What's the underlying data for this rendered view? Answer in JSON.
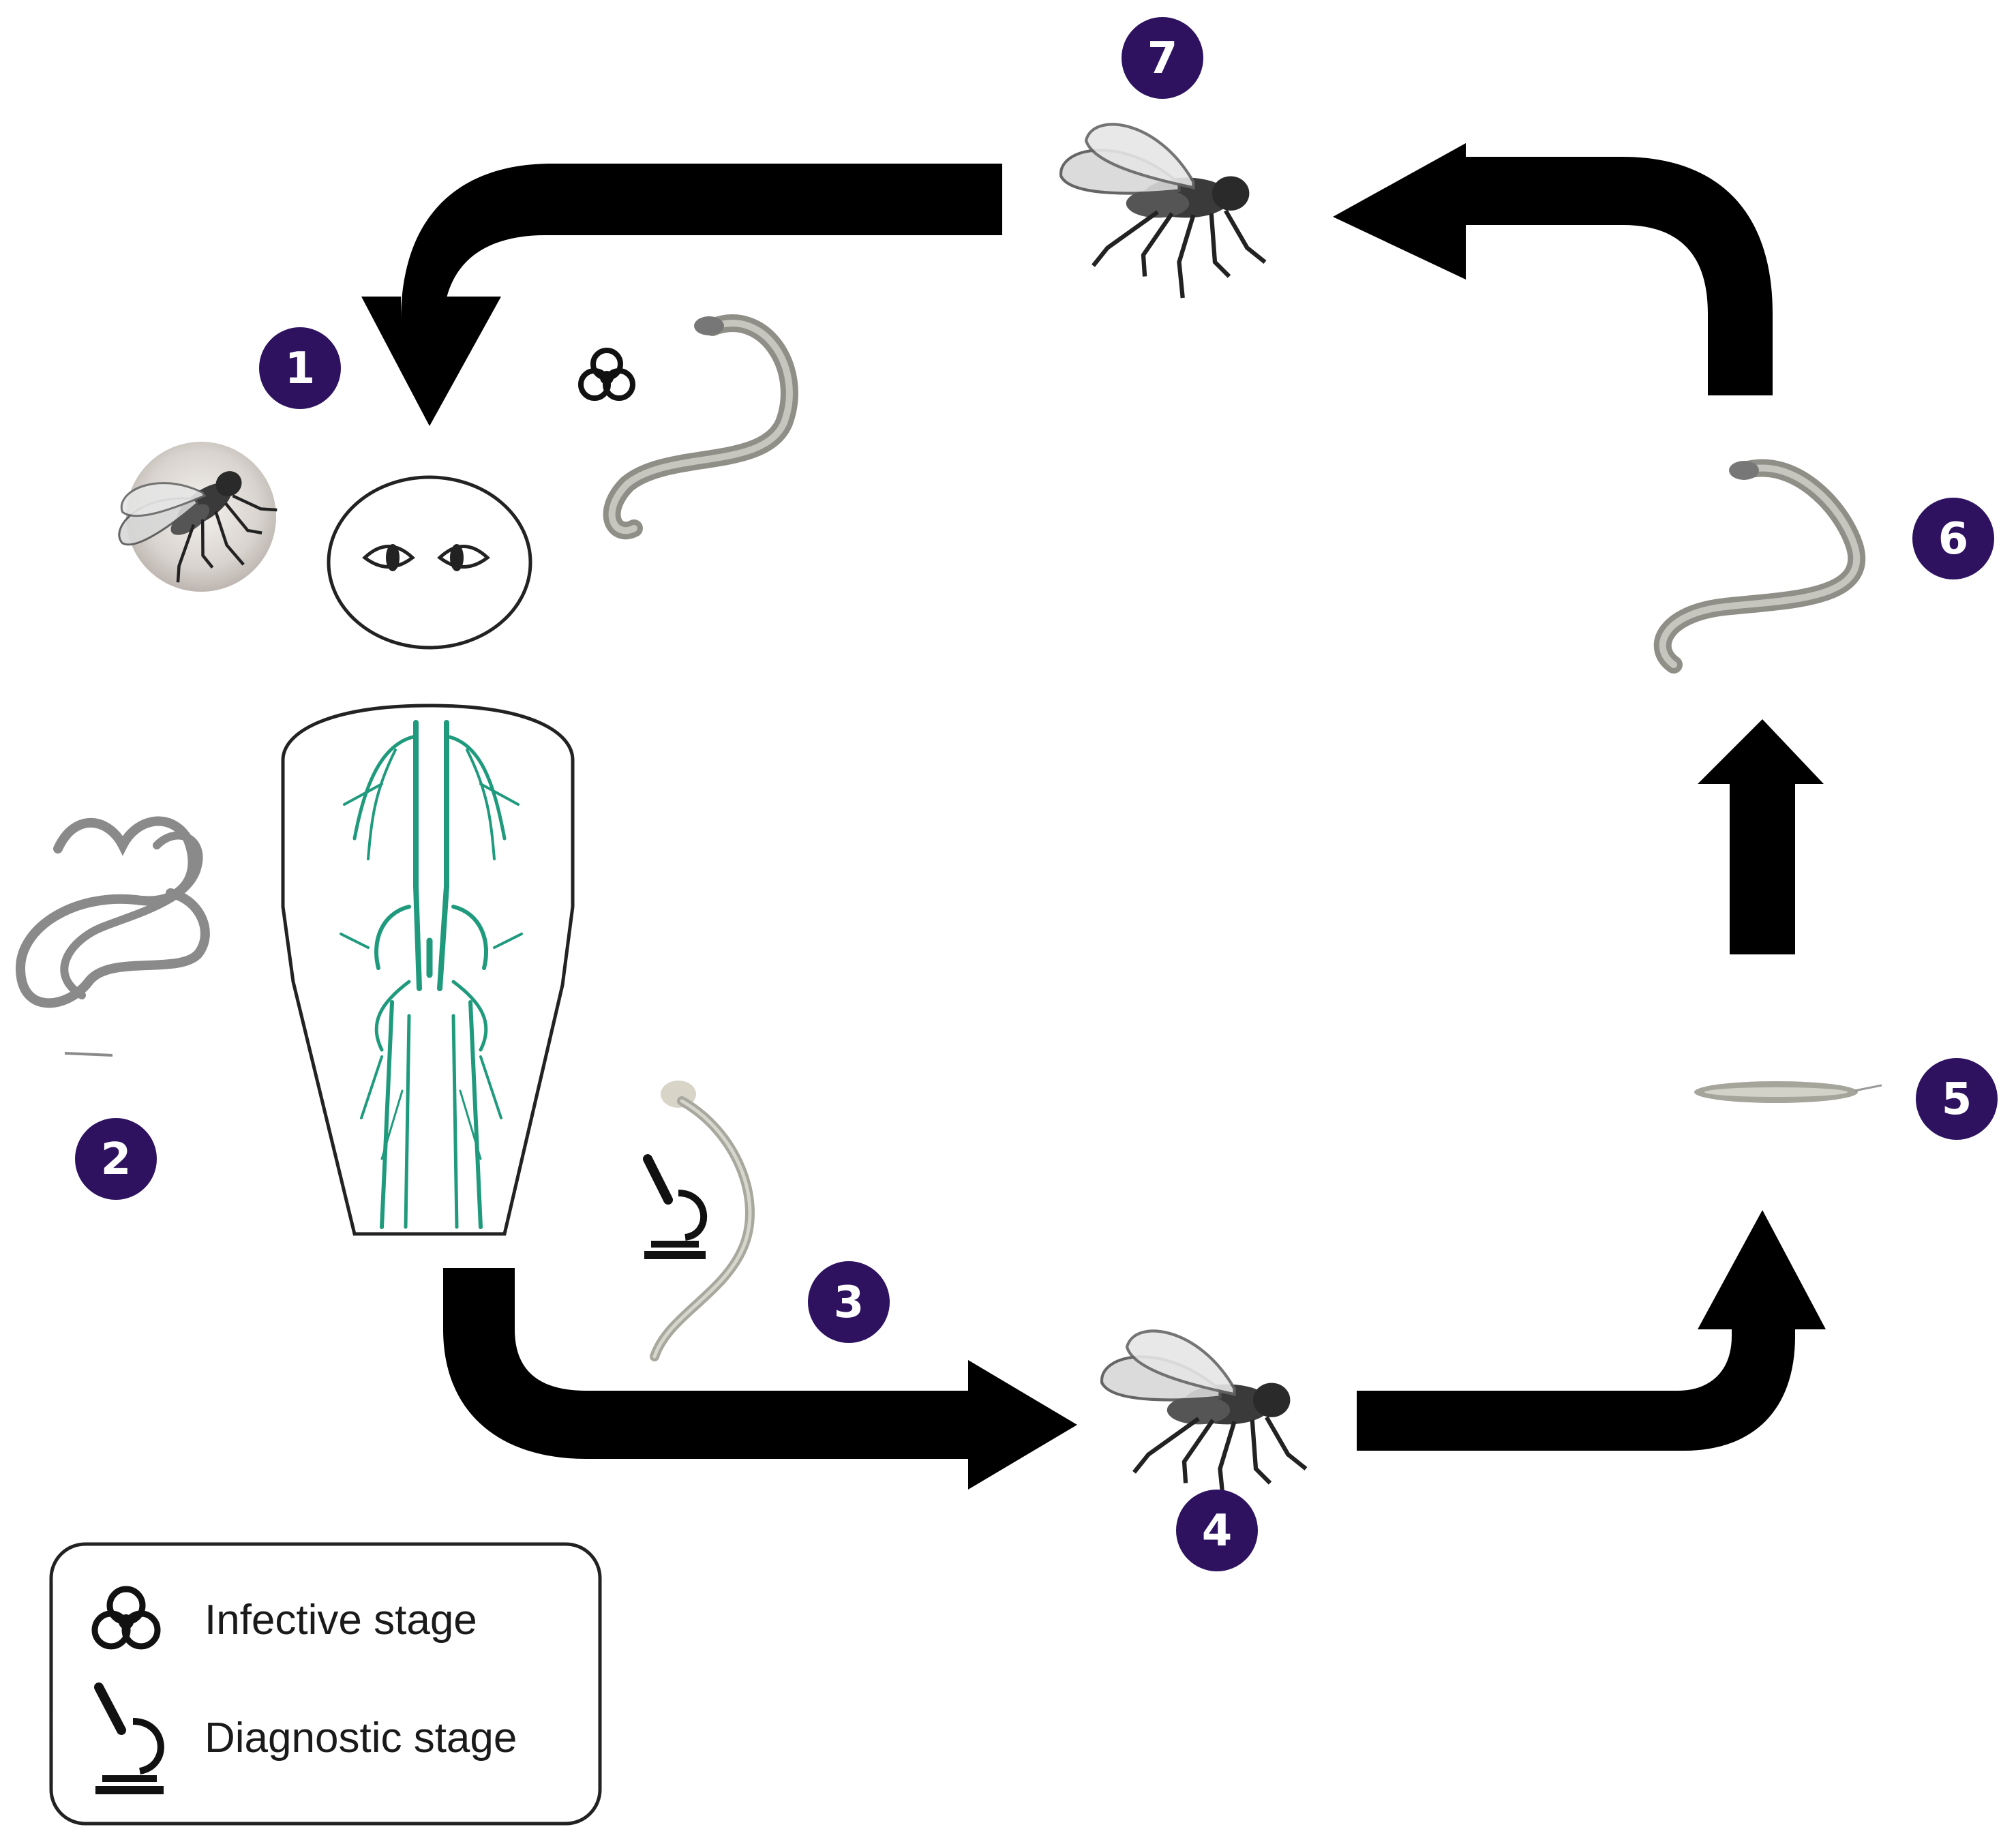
{
  "stages": [
    {
      "number": "1"
    },
    {
      "number": "2"
    },
    {
      "number": "3"
    },
    {
      "number": "4"
    },
    {
      "number": "5"
    },
    {
      "number": "6"
    },
    {
      "number": "7"
    }
  ],
  "legend": {
    "infective_label": "Infective stage",
    "diagnostic_label": "Diagnostic stage"
  },
  "colors": {
    "badge": "#2e1260",
    "arrow": "#000000",
    "lymphatic": "#1f9a7c",
    "worm": "#9a9a90",
    "adult_worm": "#8a8a8a"
  },
  "icons": {
    "infective": "biohazard-icon",
    "diagnostic": "microscope-icon",
    "vector": "fly-icon"
  }
}
